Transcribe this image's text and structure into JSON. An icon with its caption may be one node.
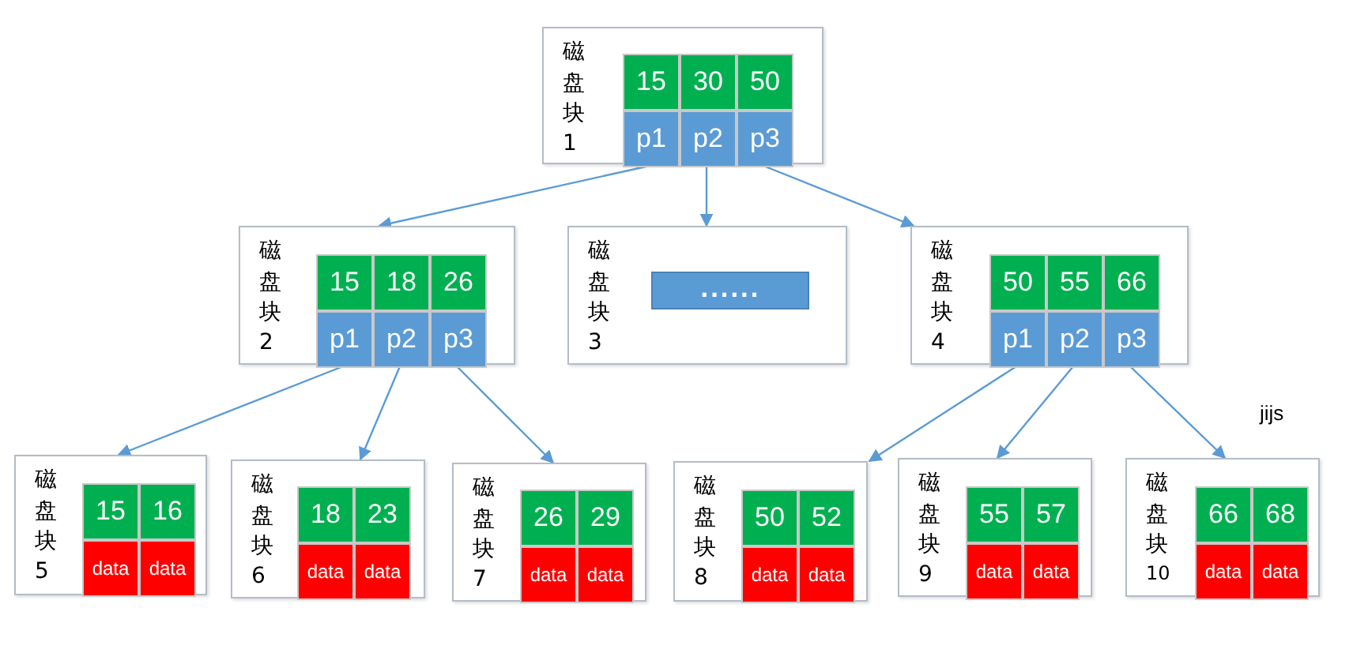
{
  "diagram": {
    "nodes": [
      {
        "text": [
          "磁盘块",
          "1"
        ]
      },
      {
        "text": [
          "15"
        ],
        "in": 0
      },
      {
        "text": [
          "30"
        ],
        "in": 0
      },
      {
        "text": [
          "50"
        ],
        "in": 0
      },
      {
        "text": [
          "p1"
        ],
        "in": 0
      },
      {
        "text": [
          "p2"
        ],
        "in": 0
      },
      {
        "text": [
          "p3"
        ],
        "in": 0
      },
      {
        "text": [
          "磁盘块",
          "2"
        ]
      },
      {
        "text": [
          "15"
        ],
        "in": 7
      },
      {
        "text": [
          "18"
        ],
        "in": 7
      },
      {
        "text": [
          "26"
        ],
        "in": 7
      },
      {
        "text": [
          "p1"
        ],
        "in": 7
      },
      {
        "text": [
          "p2"
        ],
        "in": 7
      },
      {
        "text": [
          "p3"
        ],
        "in": 7
      },
      {
        "text": [
          "磁盘块",
          "3"
        ]
      },
      {
        "text": [
          "......"
        ],
        "in": 14
      },
      {
        "text": [
          "磁盘块",
          "4"
        ]
      },
      {
        "text": [
          "50"
        ],
        "in": 16
      },
      {
        "text": [
          "55"
        ],
        "in": 16
      },
      {
        "text": [
          "66"
        ],
        "in": 16
      },
      {
        "text": [
          "p1"
        ],
        "in": 16
      },
      {
        "text": [
          "p2"
        ],
        "in": 16
      },
      {
        "text": [
          "p3"
        ],
        "in": 16
      },
      {
        "text": [
          "磁盘块",
          "5"
        ]
      },
      {
        "text": [
          "15"
        ],
        "in": 23
      },
      {
        "text": [
          "16"
        ],
        "in": 23
      },
      {
        "text": [
          "data"
        ],
        "in": 23
      },
      {
        "text": [
          "data"
        ],
        "in": 23
      },
      {
        "text": [
          "磁盘块",
          "6"
        ]
      },
      {
        "text": [
          "18"
        ],
        "in": 28
      },
      {
        "text": [
          "23"
        ],
        "in": 28
      },
      {
        "text": [
          "data"
        ],
        "in": 28
      },
      {
        "text": [
          "data"
        ],
        "in": 28
      },
      {
        "text": [
          "磁盘块",
          "7"
        ]
      },
      {
        "text": [
          "26"
        ],
        "in": 33
      },
      {
        "text": [
          "29"
        ],
        "in": 33
      },
      {
        "text": [
          "data"
        ],
        "in": 33
      },
      {
        "text": [
          "data"
        ],
        "in": 33
      },
      {
        "text": [
          "磁盘块",
          "8"
        ]
      },
      {
        "text": [
          "50"
        ],
        "in": 38
      },
      {
        "text": [
          "52"
        ],
        "in": 38
      },
      {
        "text": [
          "data"
        ],
        "in": 38
      },
      {
        "text": [
          "data"
        ],
        "in": 38
      },
      {
        "text": [
          "磁盘块",
          "9"
        ]
      },
      {
        "text": [
          "55"
        ],
        "in": 43
      },
      {
        "text": [
          "57"
        ],
        "in": 43
      },
      {
        "text": [
          "data"
        ],
        "in": 43
      },
      {
        "text": [
          "data"
        ],
        "in": 43
      },
      {
        "text": [
          "磁盘块",
          "10"
        ]
      },
      {
        "text": [
          "66"
        ],
        "in": 48
      },
      {
        "text": [
          "68"
        ],
        "in": 48
      },
      {
        "text": [
          "data"
        ],
        "in": 48
      },
      {
        "text": [
          "data"
        ],
        "in": 48
      }
    ],
    "edges": [
      {
        "from": 4,
        "to": 7,
        "arrow": "to"
      },
      {
        "from": 5,
        "to": 14,
        "arrow": "to"
      },
      {
        "from": 6,
        "to": 16,
        "arrow": "to"
      },
      {
        "from": 11,
        "to": 23,
        "arrow": "to"
      },
      {
        "from": 12,
        "to": 28,
        "arrow": "to"
      },
      {
        "from": 13,
        "to": 33,
        "arrow": "to"
      },
      {
        "from": 20,
        "to": 38,
        "arrow": "to"
      },
      {
        "from": 21,
        "to": 43,
        "arrow": "to"
      },
      {
        "from": 22,
        "to": 48,
        "arrow": "to"
      }
    ],
    "labels": [
      "jijs"
    ]
  }
}
